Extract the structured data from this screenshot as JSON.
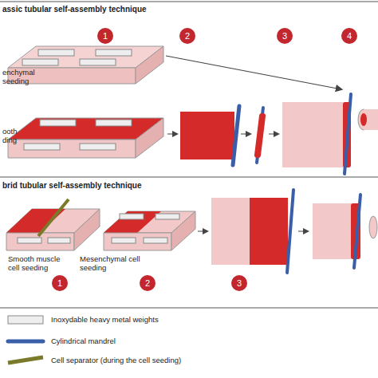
{
  "diagram": {
    "nodes": [
      {
        "text": [
          "1"
        ]
      },
      {
        "text": [
          "2"
        ]
      },
      {
        "text": [
          "3"
        ]
      },
      {
        "text": [
          "4"
        ]
      },
      {
        "text": [
          "1"
        ]
      },
      {
        "text": [
          "2"
        ]
      },
      {
        "text": [
          "3"
        ]
      }
    ],
    "labels": [
      "assic tubular self-assembly technique",
      "enchymal seeding",
      "ooth ding",
      "brid tubular self-assembly technique",
      "Smooth muscle cell seeding",
      "Mesenchymal cell seeding"
    ],
    "legend": [
      {
        "text": "Inoxydable heavy metal weights"
      },
      {
        "text": "Cylindrical mandrel"
      },
      {
        "text": "Cell separator (during the cell seeding)"
      }
    ]
  }
}
